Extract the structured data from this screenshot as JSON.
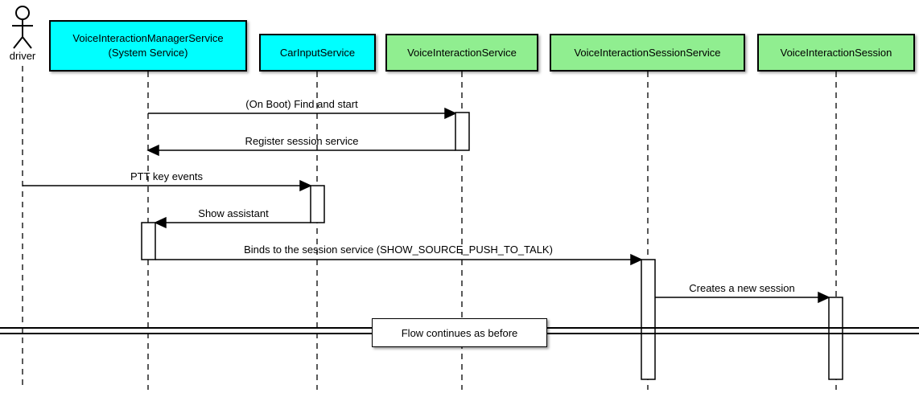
{
  "actor": {
    "name": "driver"
  },
  "participants": [
    {
      "name": "VoiceInteractionManagerService",
      "subtitle": "(System Service)",
      "fill": "#00FFFF"
    },
    {
      "name": "CarInputService",
      "fill": "#00FFFF"
    },
    {
      "name": "VoiceInteractionService",
      "fill": "#90EE90"
    },
    {
      "name": "VoiceInteractionSessionService",
      "fill": "#90EE90"
    },
    {
      "name": "VoiceInteractionSession",
      "fill": "#90EE90"
    }
  ],
  "messages": [
    {
      "label": "(On Boot) Find and start",
      "from": "VoiceInteractionManagerService",
      "to": "VoiceInteractionService"
    },
    {
      "label": "Register session service",
      "from": "VoiceInteractionService",
      "to": "VoiceInteractionManagerService"
    },
    {
      "label": "PTT key events",
      "from": "driver",
      "to": "CarInputService"
    },
    {
      "label": "Show assistant",
      "from": "CarInputService",
      "to": "VoiceInteractionManagerService"
    },
    {
      "label": "Binds to the session service (SHOW_SOURCE_PUSH_TO_TALK)",
      "from": "VoiceInteractionManagerService",
      "to": "VoiceInteractionSessionService"
    },
    {
      "label": "Creates a new session",
      "from": "VoiceInteractionSessionService",
      "to": "VoiceInteractionSession"
    }
  ],
  "divider": {
    "label": "Flow continues as before"
  },
  "colors": {
    "participant_cyan": "#00FFFF",
    "participant_green": "#90EE90",
    "line": "#000000",
    "background": "#FFFFFF",
    "activation_fill": "#FFFFFF"
  }
}
